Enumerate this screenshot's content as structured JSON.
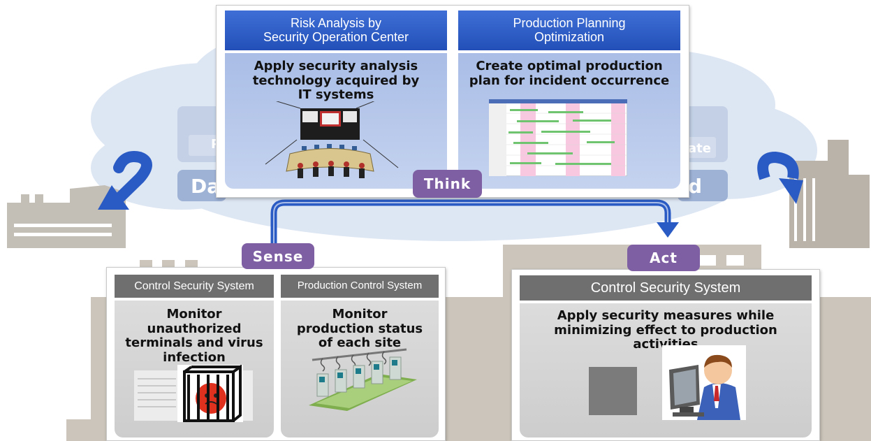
{
  "cloud": {
    "left_top_fragment": "P",
    "left_bottom_fragment": "Da",
    "right_top_fragment": "ate",
    "right_bottom_fragment": "d"
  },
  "think": {
    "label": "Think",
    "cards": [
      {
        "header": "Risk Analysis by\nSecurity Operation Center",
        "body": "Apply security analysis technology acquired by IT systems"
      },
      {
        "header": "Production Planning\nOptimization",
        "body": "Create optimal production plan for incident occurrence"
      }
    ]
  },
  "sense": {
    "label": "Sense",
    "cards": [
      {
        "header": "Control Security System",
        "body": "Monitor unauthorized terminals and virus infection"
      },
      {
        "header": "Production Control System",
        "body": "Monitor production status of each site"
      }
    ]
  },
  "act": {
    "label": "Act",
    "card": {
      "header": "Control Security System",
      "body": "Apply security measures while minimizing effect to production activities"
    }
  },
  "colors": {
    "blue_header": "#2a5bc4",
    "blue_body": "#b4c6eb",
    "gray_header": "#6f6f6f",
    "purple_tag": "#7f5fa3",
    "arrow_blue": "#2a5bc4",
    "building_gray": "#c4bfb6",
    "cloud": "#dde6f3"
  }
}
